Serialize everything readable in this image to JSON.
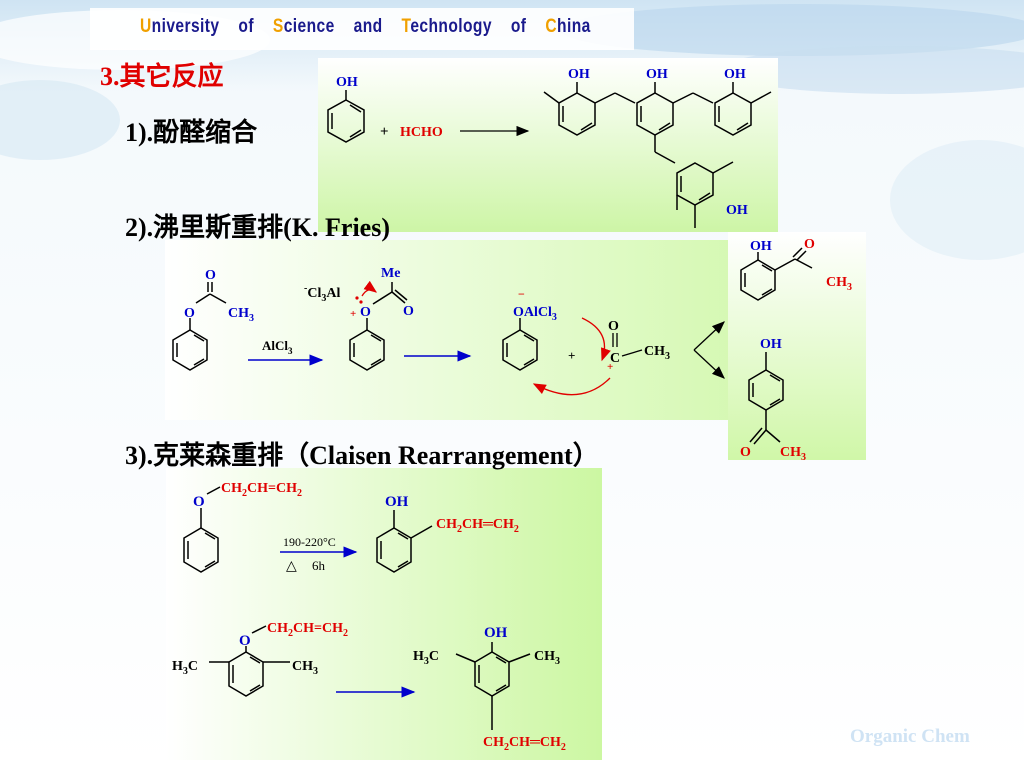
{
  "header": {
    "university_parts": [
      {
        "cap": "U",
        "rest": "niversity"
      },
      {
        "cap": "",
        "rest": "of"
      },
      {
        "cap": "S",
        "rest": "cience"
      },
      {
        "cap": "",
        "rest": "and"
      },
      {
        "cap": "T",
        "rest": "echnology"
      },
      {
        "cap": "",
        "rest": "of"
      },
      {
        "cap": "C",
        "rest": "hina"
      }
    ]
  },
  "section": {
    "title": "3.其它反应"
  },
  "items": {
    "phenol_formaldehyde": {
      "heading": "1).酚醛缩合",
      "reagent": "HCHO",
      "plus": "+"
    },
    "fries": {
      "heading": "2).沸里斯重排(K. Fries)",
      "catalyst": "AlCl",
      "catalyst_sub": "3"
    },
    "claisen": {
      "heading": "3).克莱森重排（Claisen Rearrangement）",
      "temp": "190-220°C",
      "triangle": "△",
      "time": "6h"
    }
  },
  "labels": {
    "OH": "OH",
    "O": "O",
    "CH": "CH",
    "sub3": "3",
    "Me": "Me",
    "Cl3Al_minus": "-",
    "Cl": "Cl",
    "Al": "Al",
    "OAlCl": "OAlCl",
    "C": "C",
    "minus": "−",
    "plus_small": "+",
    "H": "H",
    "C_grp": "C",
    "allyl_a": "CH",
    "allyl_b": "CH=CH",
    "allyl_c": "CH═CH",
    "sub2": "2"
  },
  "watermark": "Organic Chem",
  "colors": {
    "accent_blue": "#0000cc",
    "accent_red": "#e00000",
    "header_text": "#1a1a8c",
    "header_caps": "#f0a000"
  }
}
